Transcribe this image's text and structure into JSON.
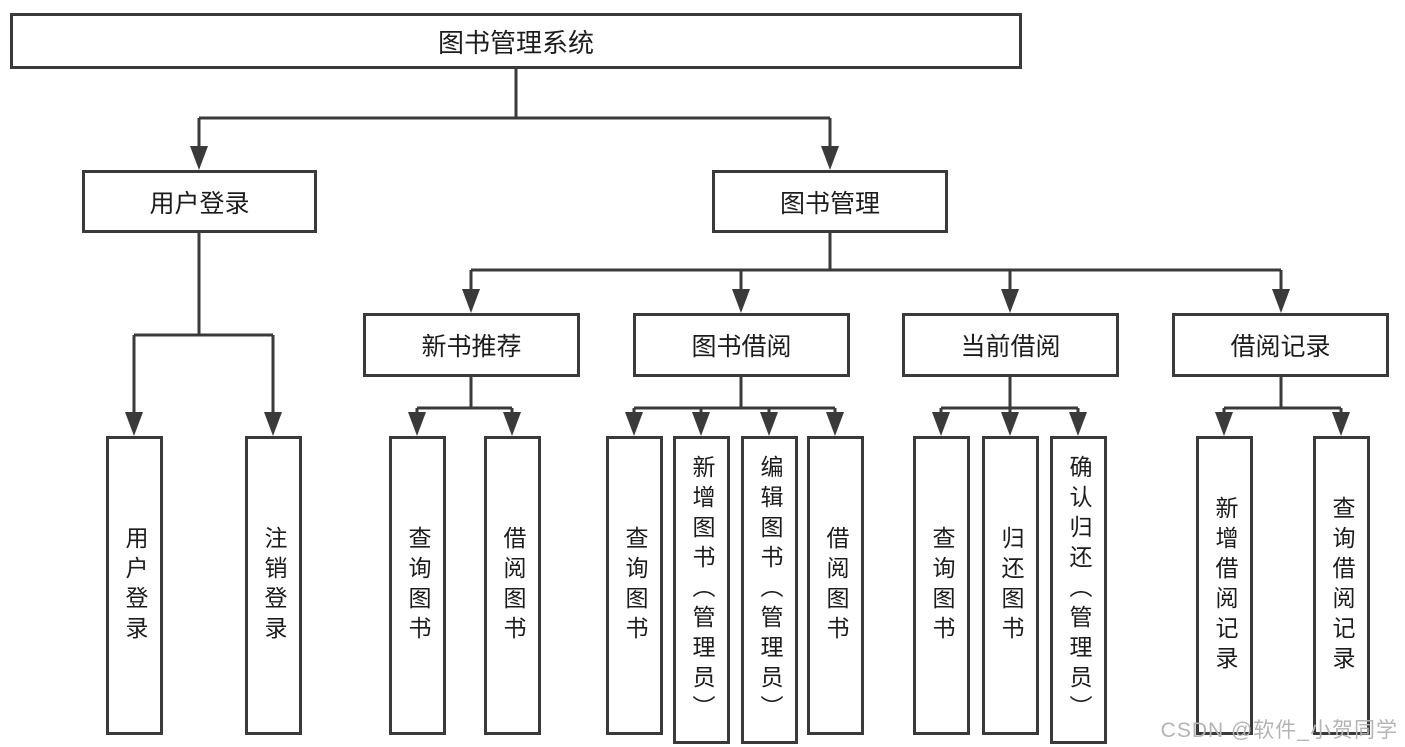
{
  "diagram": {
    "root": {
      "label": "图书管理系统",
      "children": [
        {
          "label": "用户登录",
          "children": [
            {
              "label": "用户登录"
            },
            {
              "label": "注销登录"
            }
          ]
        },
        {
          "label": "图书管理",
          "children": [
            {
              "label": "新书推荐",
              "children": [
                {
                  "label": "查询图书"
                },
                {
                  "label": "借阅图书"
                }
              ]
            },
            {
              "label": "图书借阅",
              "children": [
                {
                  "label": "查询图书"
                },
                {
                  "label": "新增图书（管理员）"
                },
                {
                  "label": "编辑图书（管理员）"
                },
                {
                  "label": "借阅图书"
                }
              ]
            },
            {
              "label": "当前借阅",
              "children": [
                {
                  "label": "查询图书"
                },
                {
                  "label": "归还图书"
                },
                {
                  "label": "确认归还（管理员）"
                }
              ]
            },
            {
              "label": "借阅记录",
              "children": [
                {
                  "label": "新增借阅记录"
                },
                {
                  "label": "查询借阅记录"
                }
              ]
            }
          ]
        }
      ]
    }
  },
  "watermark": "CSDN @软件_小贺同学",
  "colors": {
    "line": "#3a3a3a",
    "text": "#1c1c1c",
    "watermark": "#b4b4b4",
    "background": "#ffffff"
  }
}
